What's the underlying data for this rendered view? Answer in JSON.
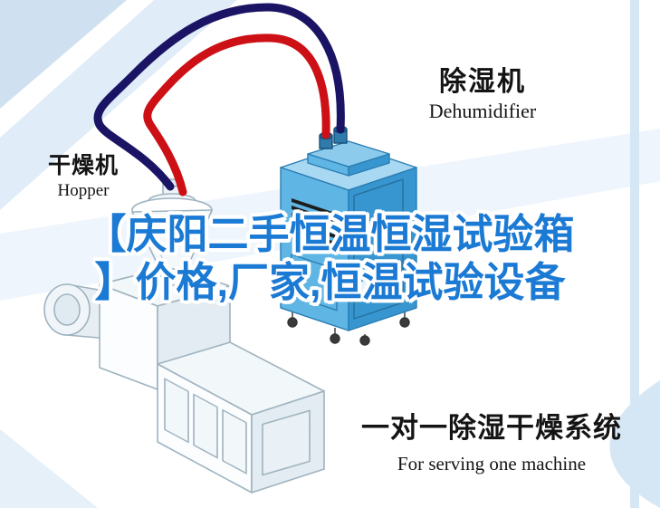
{
  "scene": {
    "title_line1": "【庆阳二手恒温恒湿试验箱",
    "title_line2": "】价格,厂家,恒温试验设备"
  },
  "labels": {
    "dehumidifier_cn": "除湿机",
    "dehumidifier_en": "Dehumidifier",
    "hopper_cn": "干燥机",
    "hopper_en": "Hopper"
  },
  "caption": {
    "line_cn": "一对一除湿干燥系统",
    "line_en": "For serving one machine"
  },
  "colors": {
    "title_blue": "#1b7ad4",
    "hose_red": "#cc1016",
    "hose_navy": "#1b1464",
    "machine_front": "#5fb6e4",
    "machine_side": "#3796cf",
    "machine_top": "#a8d8f2",
    "machine_lid": "#8ccbec",
    "stripe_blue": "#cfe1f1",
    "line_gray": "#9fb3bf"
  }
}
